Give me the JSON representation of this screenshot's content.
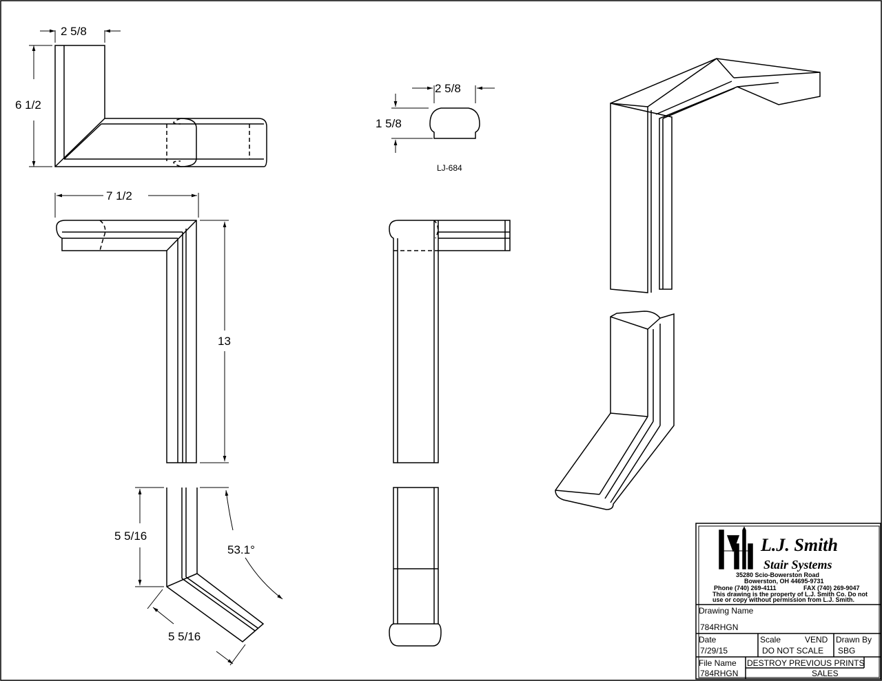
{
  "dimensions": {
    "top_width": "2 5/8",
    "top_height": "6 1/2",
    "mid_width": "7 1/2",
    "mid_height": "13",
    "bottom_height": "5 5/16",
    "bottom_diag": "5 5/16",
    "bottom_angle": "53.1°",
    "profile_width": "2 5/8",
    "profile_height": "1 5/8"
  },
  "profile_label": "LJ-684",
  "title_block": {
    "company_line1": "L.J. Smith",
    "company_line2": "Stair Systems",
    "address1": "35280 Scio-Bowerston Road",
    "address2": "Bowerston, OH 44695-9731",
    "phone": "Phone (740) 269-4111",
    "fax": "FAX (740) 269-9047",
    "notice1": "This drawing is the property of L.J. Smith Co. Do not",
    "notice2": "use or copy without permission from L.J. Smith.",
    "drawing_name_label": "Drawing Name",
    "drawing_name": "784RHGN",
    "date_label": "Date",
    "date": "7/29/15",
    "scale_label": "Scale",
    "vend": "VEND",
    "scale_value": "DO NOT SCALE",
    "drawn_by_label": "Drawn By",
    "drawn_by": "SBG",
    "file_name_label": "File Name",
    "destroy": "DESTROY PREVIOUS PRINTS",
    "file_name": "784RHGN",
    "sales": "SALES"
  }
}
